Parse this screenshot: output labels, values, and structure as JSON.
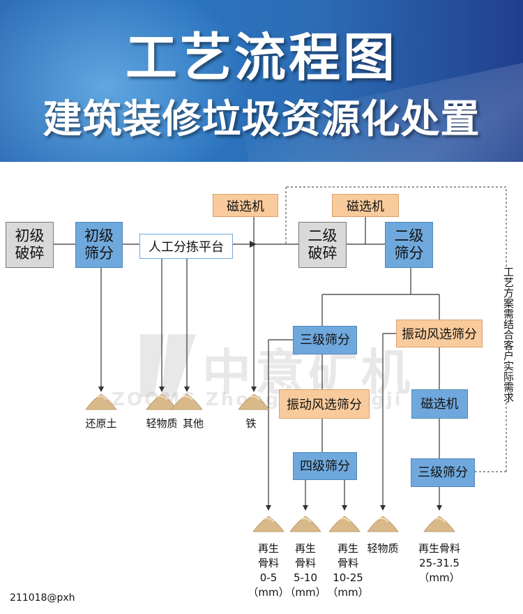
{
  "header": {
    "title": "工艺流程图",
    "subtitle": "建筑装修垃圾资源化处置"
  },
  "nodes": {
    "primary_crush": "初级\n破碎",
    "primary_screen": "初级\n筛分",
    "manual_sort": "人工分拣平台",
    "magnet_1": "磁选机",
    "magnet_2": "磁选机",
    "secondary_crush": "二级\n破碎",
    "secondary_screen": "二级\n筛分",
    "tertiary_screen_left": "三级筛分",
    "air_sieve_right": "振动风选筛分",
    "air_sieve_left": "振动风选筛分",
    "magnet_3": "磁选机",
    "quaternary_screen": "四级筛分",
    "tertiary_screen_right": "三级筛分"
  },
  "side_note": "工艺方案需结合客户实际需求",
  "products": {
    "restored_soil": "还原土",
    "light_matter_1": "轻物质",
    "other": "其他",
    "iron": "铁",
    "agg_0_5": "再生\n骨料\n0-5\n（mm）",
    "agg_5_10": "再生\n骨料\n5-10\n（mm）",
    "agg_10_25": "再生\n骨料\n10-25\n（mm）",
    "light_matter_2": "轻物质",
    "agg_25_31": "再生骨料\n25-31.5\n（mm）"
  },
  "watermark": {
    "brand_cn": "中意矿机",
    "brand_en": "ZOOMS  Zhongyi Kuangji"
  },
  "footer": "211018@pxh",
  "colors": {
    "banner_blue": "#2a74bf",
    "process_blue": "#6fa8dc",
    "process_gray": "#d9d9d9",
    "magnet_orange": "#f9cb9c",
    "pile_sand": "#d9b98a"
  }
}
